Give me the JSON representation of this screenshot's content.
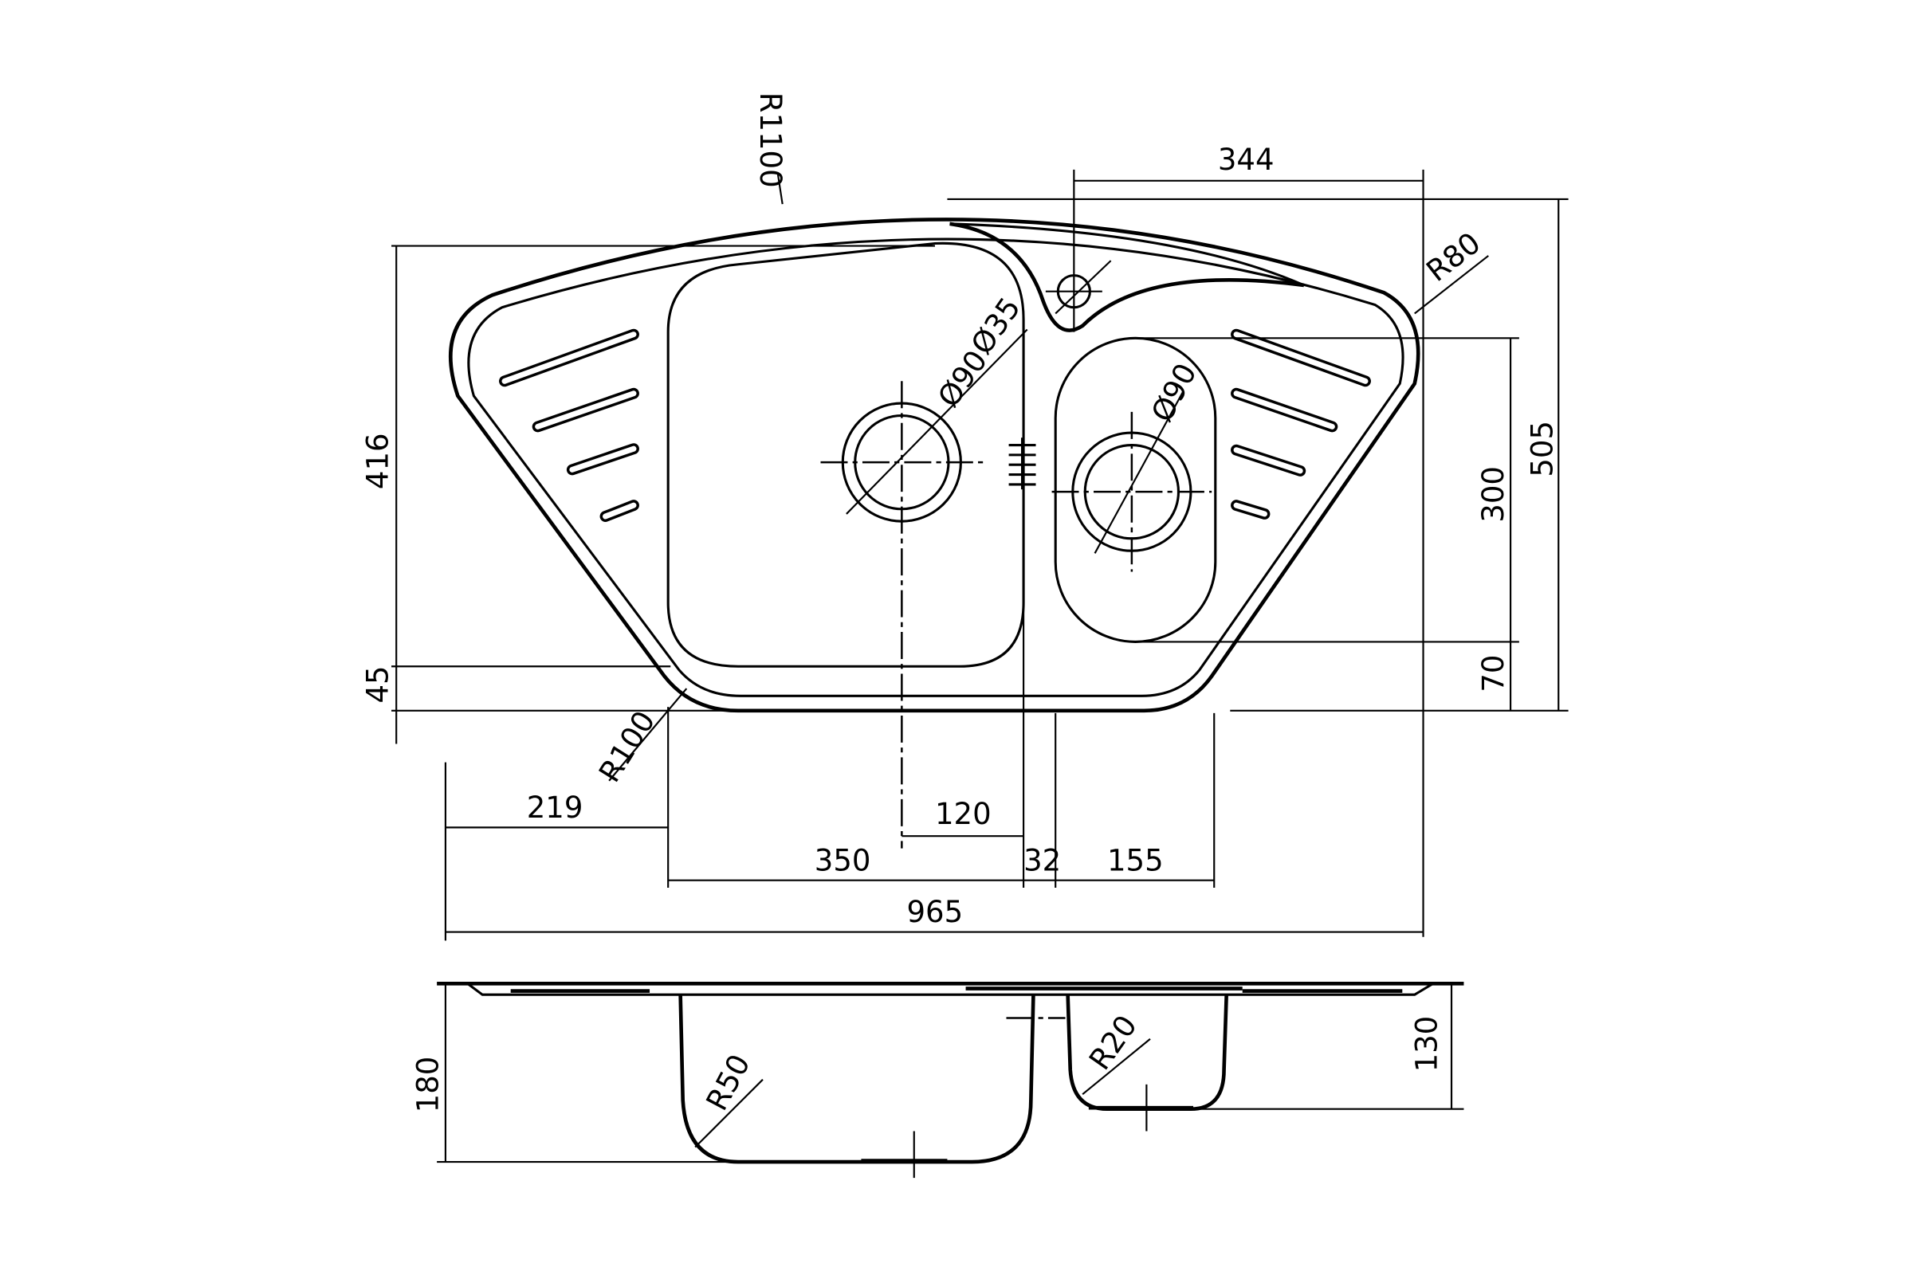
{
  "drawing": {
    "top_view": {
      "radius_top": "R1100",
      "dim_tap_offset": "344",
      "radius_corner": "R80",
      "dim_total_depth": "505",
      "dim_small_bowl_length": "300",
      "dim_small_bowl_offset": "70",
      "dim_big_bowl_length": "416",
      "dim_front_offset": "45",
      "radius_front": "R100",
      "dim_left_drainer": "219",
      "dim_drain_offset": "120",
      "dim_big_bowl_width": "350",
      "dim_divider": "32",
      "dim_small_bowl_width": "155",
      "dim_total_width": "965",
      "big_drain_diameter": "Ø90",
      "tap_hole_diameter": "Ø35",
      "small_drain_diameter": "Ø90"
    },
    "side_view": {
      "dim_big_bowl_depth": "180",
      "dim_small_bowl_depth": "130",
      "radius_big_bowl": "R50",
      "radius_small_bowl": "R20"
    }
  }
}
